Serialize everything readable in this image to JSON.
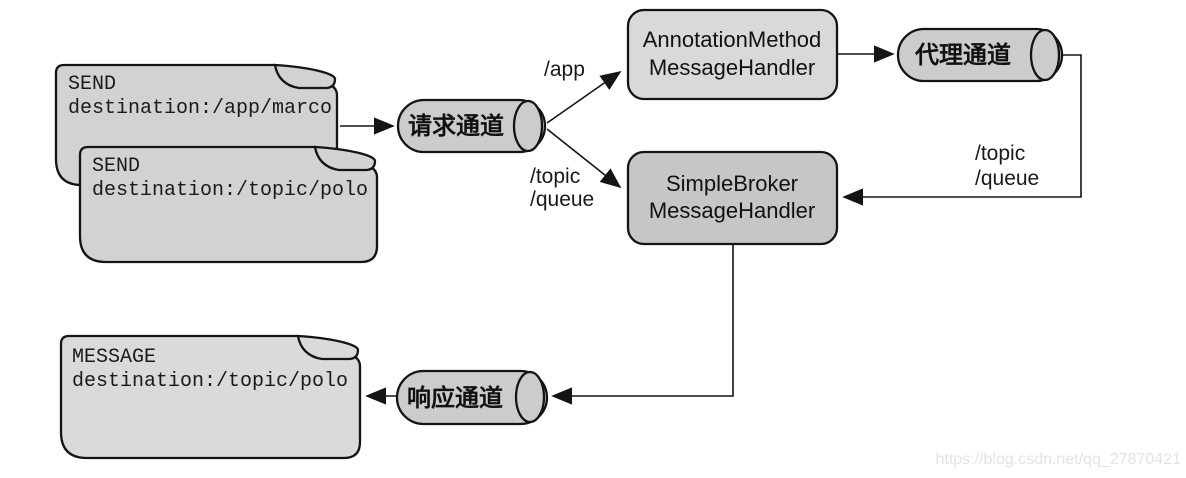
{
  "diagram": {
    "notes": [
      {
        "name": "send-marco-note",
        "line1": "SEND",
        "line2": "destination:/app/marco"
      },
      {
        "name": "send-polo-note",
        "line1": "SEND",
        "line2": "destination:/topic/polo"
      },
      {
        "name": "message-polo-note",
        "line1": "MESSAGE",
        "line2": "destination:/topic/polo"
      }
    ],
    "channels": [
      {
        "name": "request-channel",
        "label": "请求通道"
      },
      {
        "name": "broker-channel",
        "label": "代理通道"
      },
      {
        "name": "response-channel",
        "label": "响应通道"
      }
    ],
    "handlers": [
      {
        "name": "annotation-method-message-handler",
        "line1": "AnnotationMethod",
        "line2": "MessageHandler"
      },
      {
        "name": "simple-broker-message-handler",
        "line1": "SimpleBroker",
        "line2": "MessageHandler"
      }
    ],
    "edge_labels": {
      "app": "/app",
      "request_topic": "/topic",
      "request_queue": "/queue",
      "broker_topic": "/topic",
      "broker_queue": "/queue"
    },
    "watermark": "https://blog.csdn.net/qq_27870421",
    "colors": {
      "note_fill": "#d2d2d2",
      "message_note_fill": "#dadada",
      "cylinder_fill": "#cccccc",
      "annotation_fill": "#d9d9d9",
      "broker_fill": "#c6c6c6",
      "watermark": "#e3e3e3"
    }
  }
}
